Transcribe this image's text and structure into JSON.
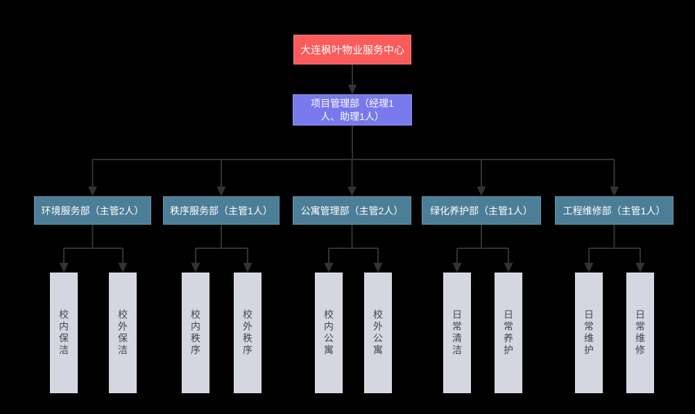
{
  "org_chart": {
    "root": {
      "label": "大连枫叶物业服务中心"
    },
    "management": {
      "label": "项目管理部（经理1人、助理1人）"
    },
    "departments": [
      {
        "label": "环境服务部（主管2人）",
        "teams": [
          "校内保洁",
          "校外保洁"
        ]
      },
      {
        "label": "秩序服务部（主管1人）",
        "teams": [
          "校内秩序",
          "校外秩序"
        ]
      },
      {
        "label": "公寓管理部（主管2人）",
        "teams": [
          "校内公寓",
          "校外公寓"
        ]
      },
      {
        "label": "绿化养护部（主管1人）",
        "teams": [
          "日常清洁",
          "日常养护"
        ]
      },
      {
        "label": "工程维修部（主管1人）",
        "teams": [
          "日常维护",
          "日常维修"
        ]
      }
    ],
    "colors": {
      "background": "#000000",
      "root_node": "#FB5B5B",
      "management_node": "#7879EC",
      "department_node": "#4C7E97",
      "team_node": "#D4D7E0",
      "connector_line": "#333333",
      "node_text": "#FFFFFF",
      "team_text": "#45454D"
    }
  }
}
